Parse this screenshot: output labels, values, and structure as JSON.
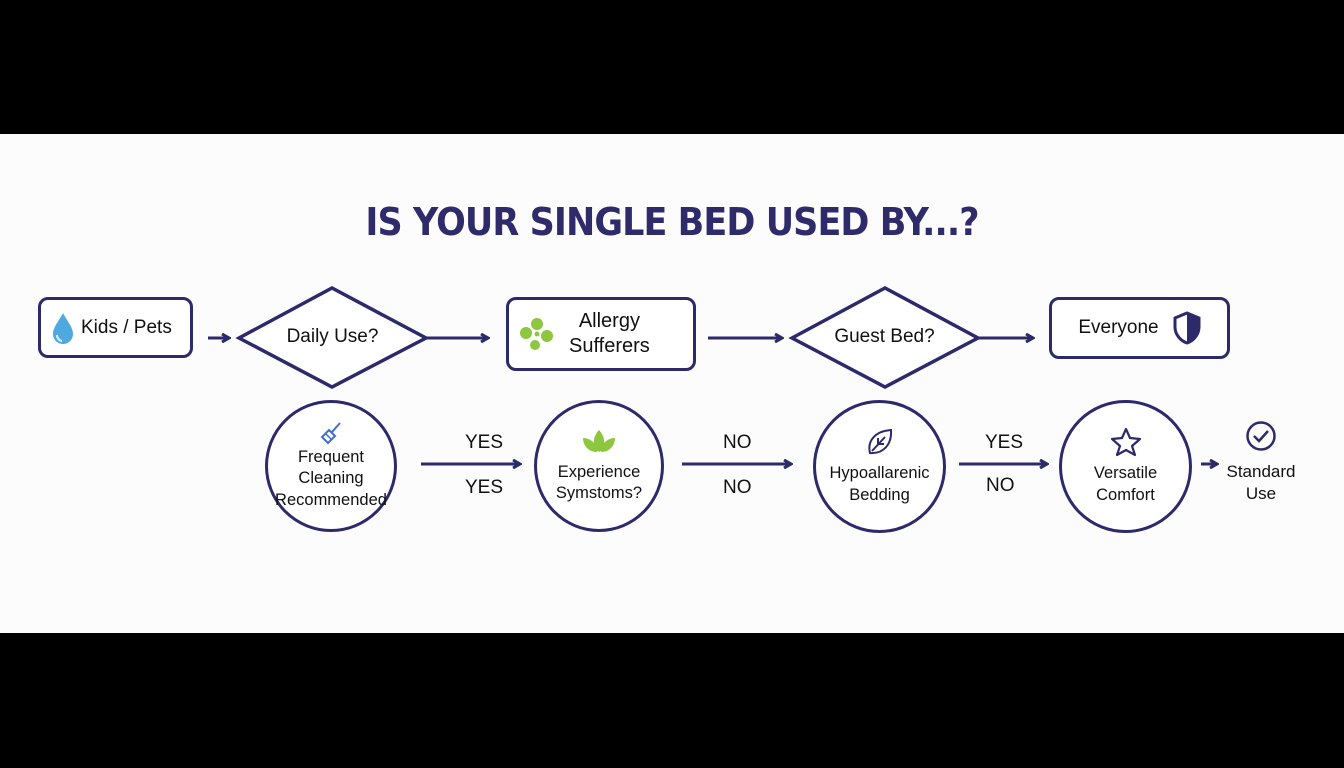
{
  "title": "IS YOUR SINGLE BED USED BY...?",
  "colors": {
    "primary": "#2c2a6a",
    "accent_blue": "#4fa8e0",
    "accent_green": "#8dc63f",
    "background": "#fcfcfc"
  },
  "top_row": {
    "kids_pets": {
      "label": "Kids / Pets",
      "icon": "water-drop-icon"
    },
    "daily_use": {
      "label": "Daily Use?"
    },
    "allergy": {
      "line1": "Allergy",
      "line2": "Sufferers",
      "icon": "pollen-dots-icon"
    },
    "guest_bed": {
      "label": "Guest Bed?"
    },
    "everyone": {
      "label": "Everyone",
      "icon": "shield-icon"
    }
  },
  "bottom_row": {
    "cleaning": {
      "line1": "Frequent",
      "line2": "Cleaning",
      "line3": "Recommended",
      "icon": "broom-icon"
    },
    "symptoms": {
      "line1": "Experience",
      "line2": "Symstoms?",
      "icon": "leaves-icon"
    },
    "hypo": {
      "line1": "Hypoallarenic",
      "line2": "Bedding",
      "icon": "leaf-icon"
    },
    "versatile": {
      "line1": "Versatile",
      "line2": "Comfort",
      "icon": "star-icon"
    },
    "standard": {
      "line1": "Standard",
      "line2": "Use",
      "icon": "check-circle-icon"
    }
  },
  "edge_labels": {
    "a_top": "YES",
    "a_bottom": "YES",
    "b_top": "NO",
    "b_bottom": "NO",
    "c_top": "YES",
    "c_bottom": "NO"
  }
}
